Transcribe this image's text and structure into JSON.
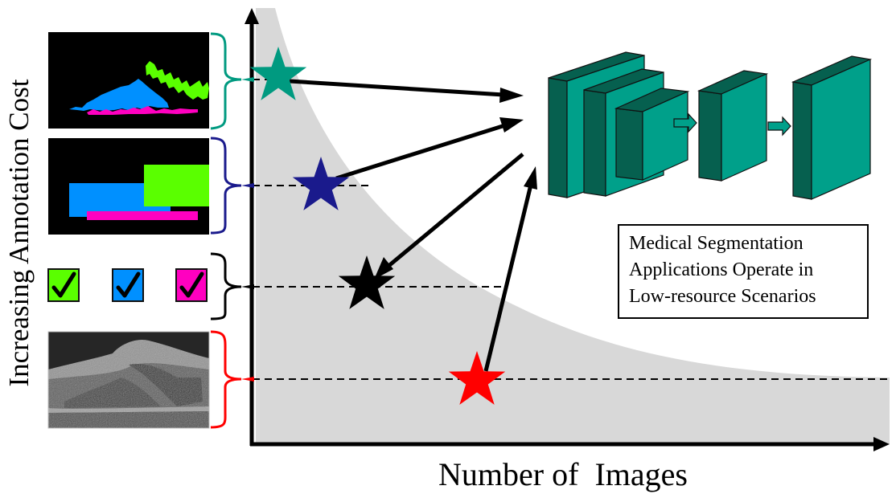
{
  "figure": {
    "y_axis_label": "Increasing Annotation Cost",
    "x_axis_label": "Number of  Images",
    "info_box": {
      "lines": [
        "Medical Segmentation",
        "Applications Operate in",
        "Low-resource Scenarios"
      ]
    },
    "annotation_levels": [
      {
        "name": "pixel-level segmentation masks",
        "thumbnail": "segmentation-mask",
        "star_color": "#009a80",
        "brace_color": "#009a80",
        "relative_cost": 4,
        "relative_images": 1
      },
      {
        "name": "bounding boxes",
        "thumbnail": "bounding-box",
        "star_color": "#1a1a8c",
        "brace_color": "#1a1a8c",
        "relative_cost": 3,
        "relative_images": 2
      },
      {
        "name": "image-level class labels",
        "thumbnail": "checkbox-labels",
        "star_color": "#000000",
        "brace_color": "#000000",
        "relative_cost": 2,
        "relative_images": 3
      },
      {
        "name": "unlabeled images",
        "thumbnail": "oct-scan",
        "star_color": "#ff0000",
        "brace_color": "#ff0000",
        "relative_cost": 1,
        "relative_images": 4
      }
    ],
    "class_colors": {
      "green": "#5aff00",
      "blue": "#0090ff",
      "magenta": "#ff00c0"
    },
    "checkbox_icons": [
      "checkmark-icon",
      "checkmark-icon",
      "checkmark-icon"
    ],
    "network": {
      "color_front": "#00a08a",
      "color_side": "#06604f",
      "blocks": [
        "encoder-block-1",
        "encoder-block-2",
        "encoder-block-3",
        "middle-block",
        "output-block"
      ]
    },
    "region_fill": "#d8d8d8"
  }
}
